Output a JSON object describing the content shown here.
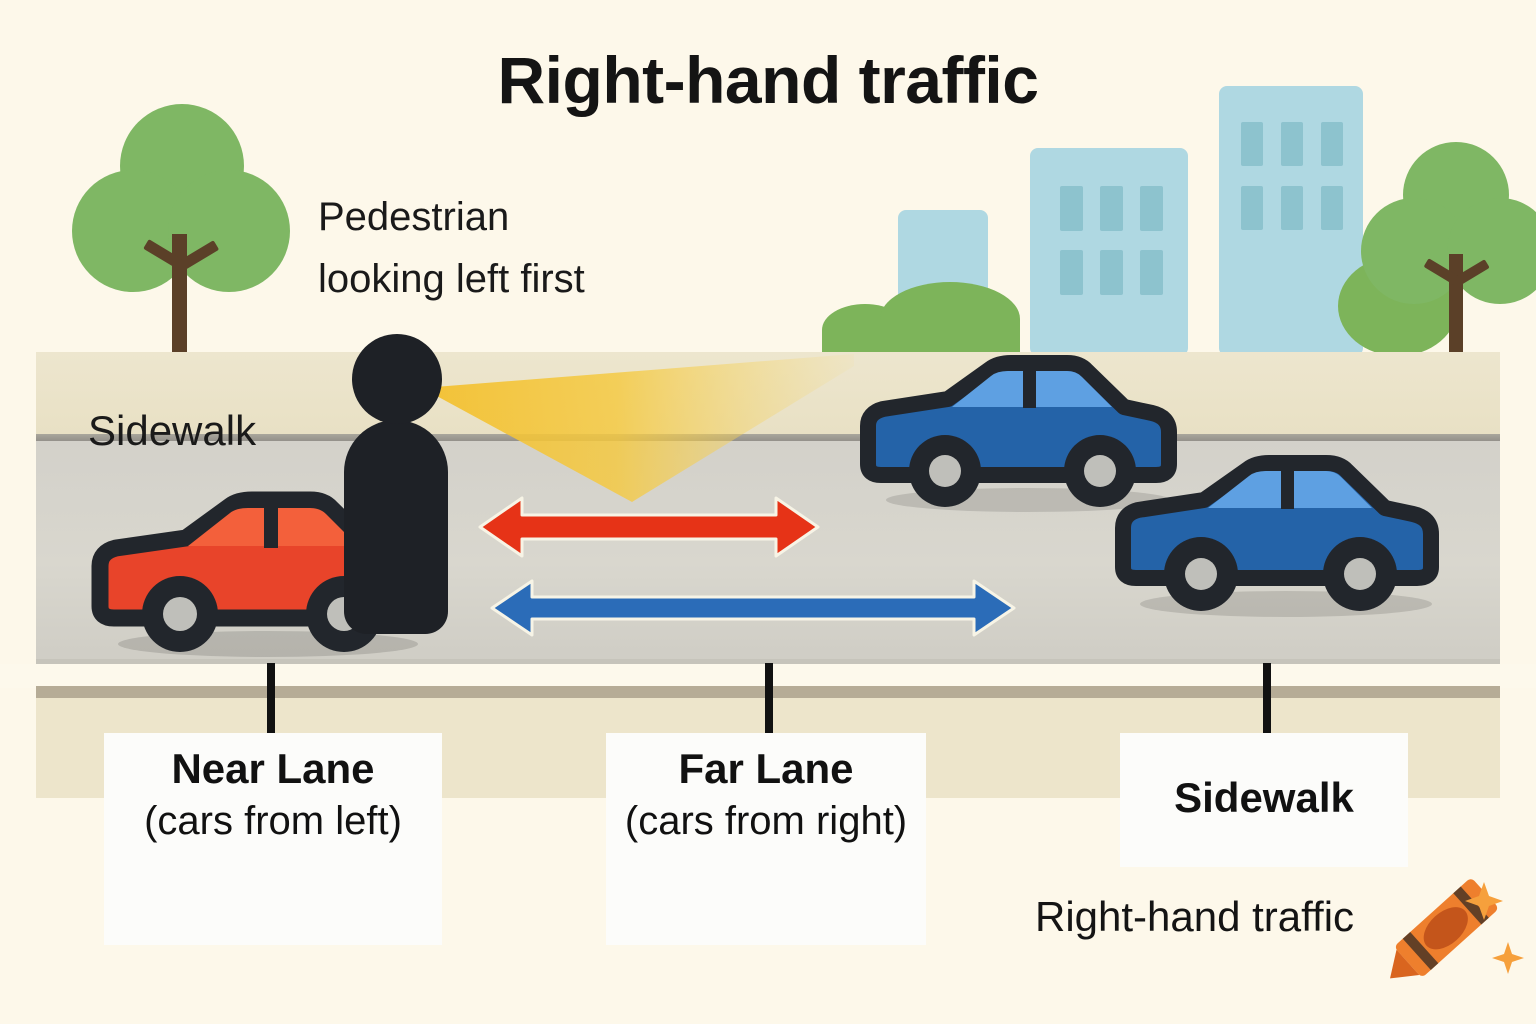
{
  "title": "Right-hand traffic",
  "annotations": {
    "pedestrian_note_line1": "Pedestrian",
    "pedestrian_note_line2": "looking left first",
    "sidewalk_label": "Sidewalk"
  },
  "callouts": [
    {
      "title": "Near Lane",
      "subtitle": "(cars from left)"
    },
    {
      "title": "Far Lane",
      "subtitle": "(cars from right)"
    },
    {
      "title": "Sidewalk",
      "subtitle": ""
    }
  ],
  "footer": {
    "text": "Right-hand traffic"
  },
  "arrows": [
    {
      "name": "near-lane-direction",
      "color": "#E63317"
    },
    {
      "name": "far-lane-direction",
      "color": "#2B6CB8"
    }
  ],
  "vehicles": [
    {
      "name": "red-car-near-lane",
      "color": "#E8442A",
      "window_color": "#F3603B"
    },
    {
      "name": "blue-car-far-lane-1",
      "color": "#2463A8",
      "window_color": "#5EA0E2"
    },
    {
      "name": "blue-car-far-lane-2",
      "color": "#2463A8",
      "window_color": "#5EA0E2"
    }
  ],
  "colors": {
    "background": "#FDF8EA",
    "road": "#D6D4CC",
    "sidewalk": "#EDE6CE",
    "curb": "#9D9A92",
    "tree_foliage": "#7FB764",
    "tree_trunk": "#5B4028",
    "building": "#AFD8E2",
    "building_window": "#8DC3CE",
    "bush": "#7DB45A",
    "gaze_cone": "#F5C63C",
    "pedestrian": "#1E2126",
    "crayon": "#EE7F2D"
  }
}
